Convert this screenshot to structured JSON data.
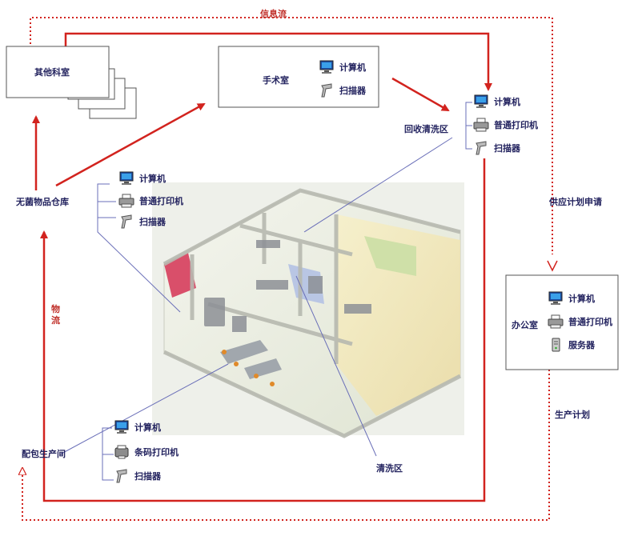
{
  "colors": {
    "flow": "#d2231e",
    "text_blue": "#23235f",
    "text_red": "#c0302a",
    "leader": "#6a6fb8",
    "box_border": "#444444"
  },
  "top_info_label": "信息流",
  "material_label": "物流",
  "supply_request": "供应计划申请",
  "production_plan": "生产计划",
  "cleaning_zone": "清洗区",
  "nodes": {
    "other_depts": {
      "label": "其他科室"
    },
    "surgery_room": {
      "label": "手术室",
      "devices": [
        "计算机",
        "扫描器"
      ]
    },
    "recycle_area": {
      "label": "回收清洗区",
      "devices": [
        "计算机",
        "普通打印机",
        "扫描器"
      ]
    },
    "sterile_warehouse": {
      "label": "无菌物品仓库",
      "devices": [
        "计算机",
        "普通打印机",
        "扫描器"
      ]
    },
    "office": {
      "label": "办公室",
      "devices": [
        "计算机",
        "普通打印机",
        "服务器"
      ]
    },
    "packing_room": {
      "label": "配包生产间",
      "devices": [
        "计算机",
        "条码打印机",
        "扫描器"
      ]
    }
  },
  "icons": [
    "computer-icon",
    "printer-icon",
    "scanner-icon",
    "server-icon",
    "barcode-printer-icon"
  ]
}
